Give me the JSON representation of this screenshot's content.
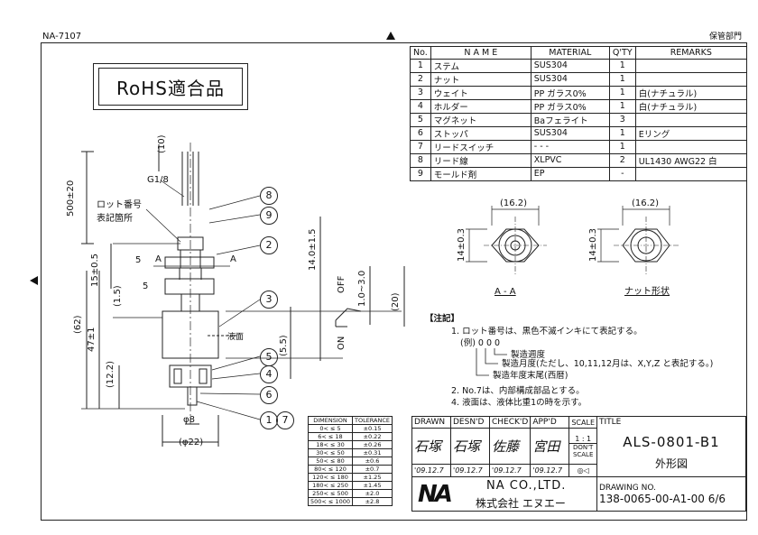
{
  "header": {
    "doc_id": "NA-7107",
    "top_right": "保管部門"
  },
  "rohs_label": "RoHS適合品",
  "parts_table": {
    "headers": [
      "No.",
      "N A M E",
      "MATERIAL",
      "Q'TY",
      "REMARKS"
    ],
    "rows": [
      [
        "1",
        "ステム",
        "SUS304",
        "1",
        ""
      ],
      [
        "2",
        "ナット",
        "SUS304",
        "1",
        ""
      ],
      [
        "3",
        "ウェイト",
        "PP  ガラス0%",
        "1",
        "白(ナチュラル)"
      ],
      [
        "4",
        "ホルダー",
        "PP  ガラス0%",
        "1",
        "白(ナチュラル)"
      ],
      [
        "5",
        "マグネット",
        "Baフェライト",
        "3",
        ""
      ],
      [
        "6",
        "ストッパ",
        "SUS304",
        "1",
        "Eリング"
      ],
      [
        "7",
        "リードスイッチ",
        "- - -",
        "1",
        ""
      ],
      [
        "8",
        "リード線",
        "XLPVC",
        "2",
        "UL1430  AWG22  白"
      ],
      [
        "9",
        "モールド剤",
        "EP",
        "-",
        ""
      ]
    ]
  },
  "drawing_labels": {
    "d10": "(10)",
    "g18": "G1/8",
    "d500": "500±20",
    "lot_no": "ロット番号",
    "lot_place": "表記箇所",
    "d15": "15±0.5",
    "d5a": "5",
    "d5b": "5",
    "d15b": "(1.5)",
    "d62": "(62)",
    "d47": "47±1",
    "d122": "(12.2)",
    "phi8": "φ8",
    "phi22": "(φ22)",
    "d140": "14.0±1.5",
    "sec_a": "A",
    "sec_a2": "A",
    "off": "OFF",
    "on": "ON",
    "d55": "(5.5)",
    "d13": "1.0~3.0",
    "d20": "(20)",
    "liquid": "液面",
    "b1": "1",
    "b2": "2",
    "b3": "3",
    "b4": "4",
    "b5": "5",
    "b6": "6",
    "b7": "7",
    "b8": "8",
    "b9": "9",
    "v1_w": "(16.2)",
    "v1_h": "14±0.3",
    "v1_title": "A - A",
    "v2_w": "(16.2)",
    "v2_h": "14±0.3",
    "v2_title": "ナット形状"
  },
  "notes": {
    "title": "【注記】",
    "n1": "1.  ロット番号は、黒色不滅インキにて表記する。",
    "n1_ex": "(例)  0 0 0",
    "n1_a": "製造週度",
    "n1_b": "製造月度(ただし、10,11,12月は、X,Y,Z と表記する。)",
    "n1_c": "製造年度末尾(西暦)",
    "n2": "2.  No.7は、内部構成部品とする。",
    "n3": "4.  液面は、液体比重1の時を示す。"
  },
  "tolerance_table": {
    "headers": [
      "DIMENSION",
      "TOLERANCE"
    ],
    "rows": [
      [
        "0<  ≤  5",
        "±0.15"
      ],
      [
        "6<  ≤  18",
        "±0.22"
      ],
      [
        "18<  ≤  30",
        "±0.26"
      ],
      [
        "30<  ≤  50",
        "±0.31"
      ],
      [
        "50<  ≤  80",
        "±0.6"
      ],
      [
        "80<  ≤  120",
        "±0.7"
      ],
      [
        "120<  ≤  180",
        "±1.25"
      ],
      [
        "180<  ≤  250",
        "±1.45"
      ],
      [
        "250<  ≤  500",
        "±2.0"
      ],
      [
        "500<  ≤ 1000",
        "±2.8"
      ]
    ]
  },
  "title_block": {
    "col_drawn": "DRAWN",
    "col_desn": "DESN'D",
    "col_check": "CHECK'D",
    "col_app": "APP'D",
    "col_scale": "SCALE",
    "col_title": "TITLE",
    "sig_drawn": "石塚",
    "sig_desn": "石塚",
    "sig_check": "佐藤",
    "sig_app": "宮田",
    "scale_val": "1 : 1",
    "dont_scale": "DON'T SCALE",
    "date_drawn": "'09.12.7",
    "date_desn": "'09.12.7",
    "date_check": "'09.12.7",
    "date_app": "'09.12.7",
    "title_main": "ALS-0801-B1",
    "title_sub": "外形図",
    "company_en": "NA CO.,LTD.",
    "company_jp": "株式会社  エヌエー",
    "logo_text": "NA",
    "drawing_no_label": "DRAWING NO.",
    "drawing_no": "138-0065-00-A1-00 6/6"
  }
}
